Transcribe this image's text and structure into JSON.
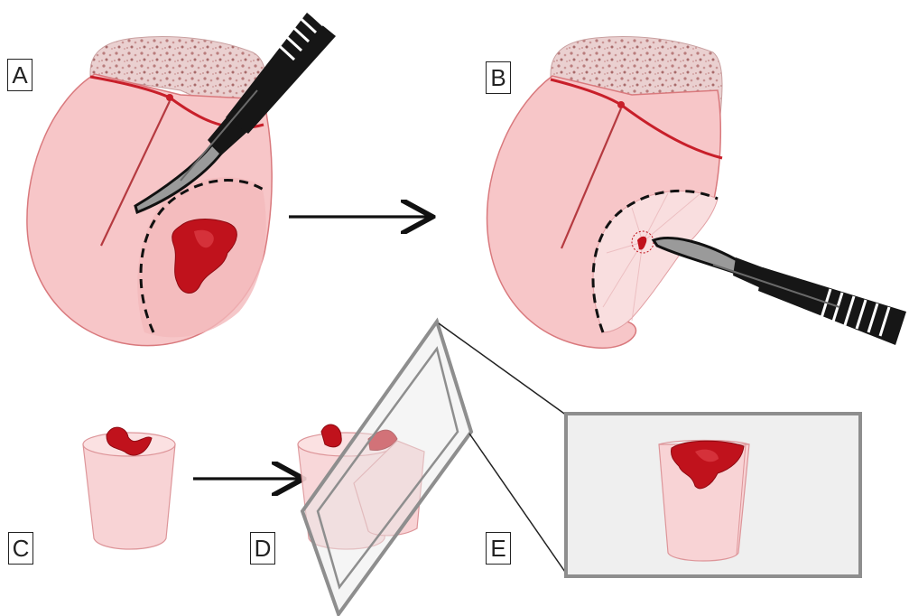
{
  "panels": {
    "a": "A",
    "b": "B",
    "c": "C",
    "d": "D",
    "e": "E"
  },
  "colors": {
    "tissue_fill": "#f7c6c8",
    "tissue_edge": "#d9797d",
    "lesion": "#c0121c",
    "margin_line": "#c81f2a",
    "brain": "#e3b8b8",
    "blade": "#9a9a9a",
    "handle": "#161616",
    "slide": "#8e8e8e",
    "inset_bg": "#efefef"
  },
  "icons": [
    "scalpel-icon",
    "arrow-right-icon",
    "glass-slide-icon"
  ]
}
